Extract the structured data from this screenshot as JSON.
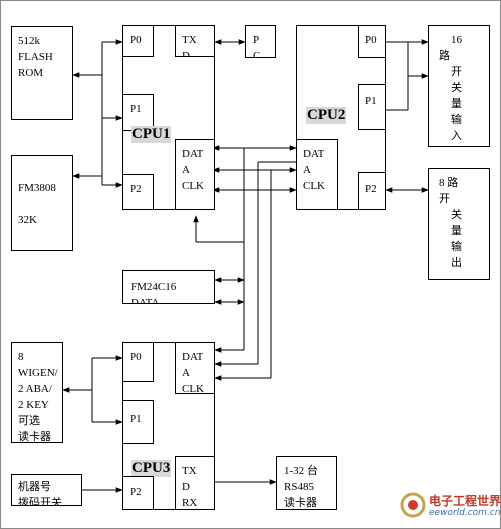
{
  "diagram": {
    "flash_rom": [
      "512k",
      "FLASH",
      "ROM"
    ],
    "fm3808": [
      "FM3808",
      "",
      "32K"
    ],
    "cpu1": {
      "label": "CPU1",
      "p0": "P0",
      "p1": "P1",
      "p2": "P2",
      "txd": [
        "TX",
        "D"
      ],
      "data_clk": [
        "DAT",
        "A",
        "CLK"
      ]
    },
    "pc_box": [
      "P",
      "C"
    ],
    "cpu2": {
      "label": "CPU2",
      "p0": "P0",
      "p1": "P1",
      "p2": "P2",
      "data_clk": [
        "DAT",
        "A",
        "CLK"
      ]
    },
    "switch16": [
      "16",
      "路",
      "开",
      "关",
      "量",
      "输",
      "入"
    ],
    "switch8": [
      "8 路",
      "开",
      "关",
      "量",
      "输",
      "出"
    ],
    "fm24c16": [
      "FM24C16",
      "DATA"
    ],
    "wiegand": [
      "8",
      "WIGEN/",
      "2 ABA/",
      "2 KEY",
      "可选",
      "读卡器"
    ],
    "cpu3": {
      "label": "CPU3",
      "p0": "P0",
      "p1": "P1",
      "p2": "P2",
      "data_clk": [
        "DAT",
        "A",
        "CLK"
      ],
      "txd_rx": [
        "TX",
        "D",
        "RX"
      ]
    },
    "machine_id": [
      "机器号",
      "拨码开关"
    ],
    "rs485": [
      "1-32 台",
      "RS485",
      "读卡器"
    ]
  },
  "watermark": {
    "title": "电子工程世界",
    "url": "eeworld.com.cn"
  }
}
